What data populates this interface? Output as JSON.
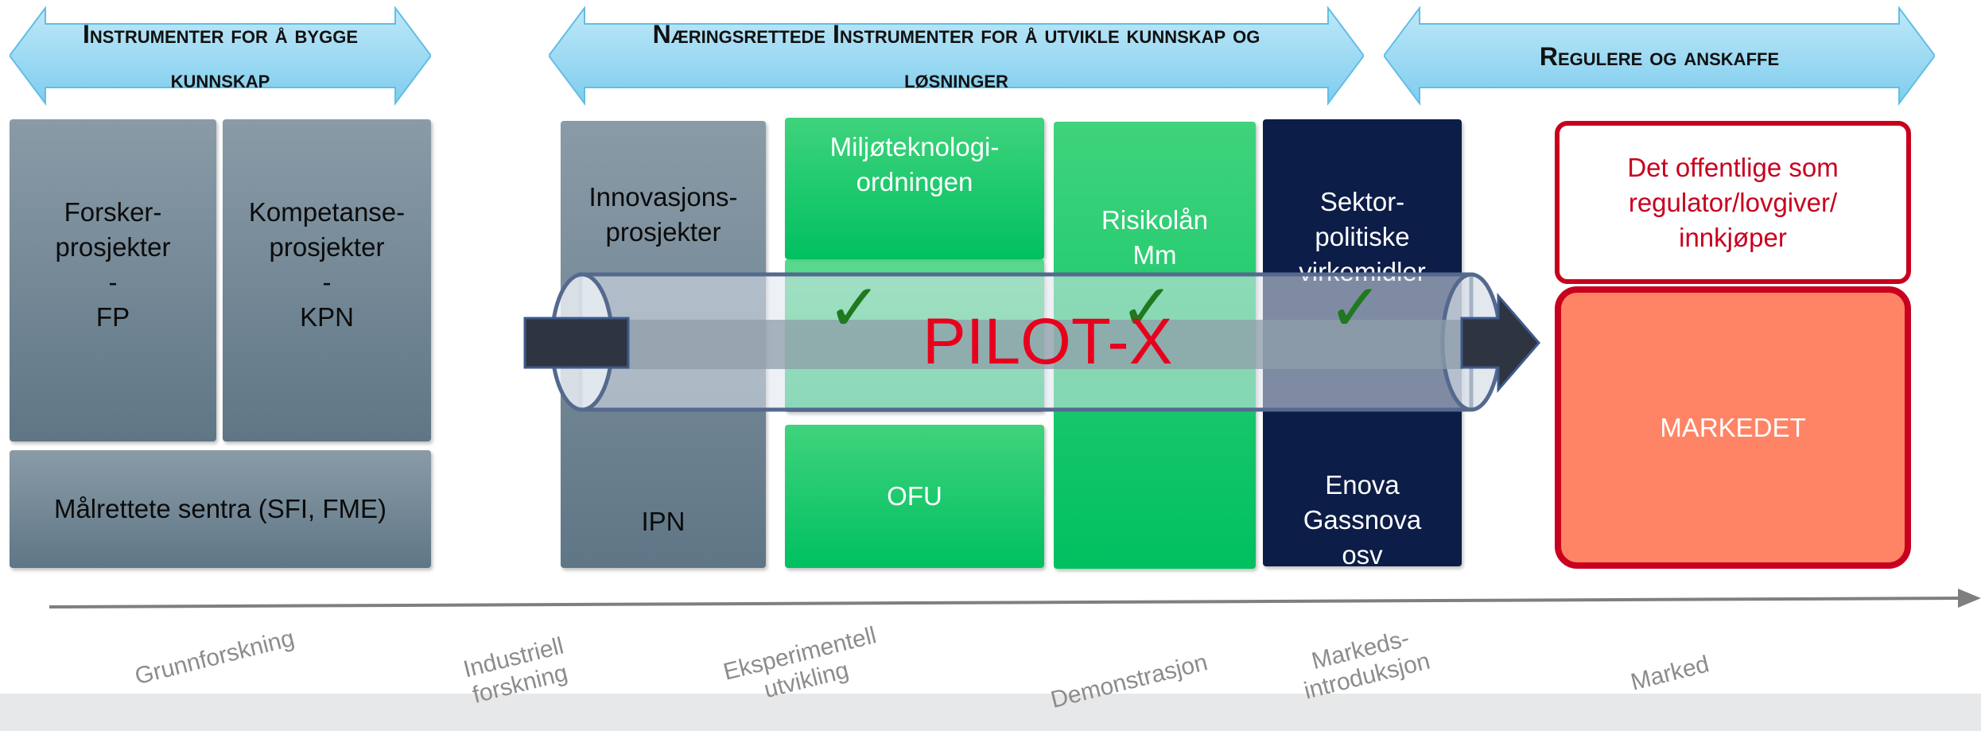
{
  "banners": {
    "left": "Instrumenter for å bygge kunnskap",
    "middle": "Næringsrettede Instrumenter for å utvikle kunnskap og løsninger",
    "right": "Regulere og anskaffe"
  },
  "boxes": {
    "forsker": "Forsker-\nprosjekter\n-\nFP",
    "kompetanse": "Kompetanse-\nprosjekter\n-\nKPN",
    "sentra": "Målrettete sentra (SFI, FME)",
    "innovasjon_top": "Innovasjons-\nprosjekter",
    "innovasjon_bottom": "IPN",
    "miljo": "Miljøteknologi-\nordningen",
    "ofu": "OFU",
    "risiko": "Risikolån\nMm",
    "sektor": "Sektor-\npolitiske\nvirkemidler",
    "enova": "Enova\nGassnova\nosv",
    "offentlige": "Det offentlige som\nregulator/lovgiver/\ninnkjøper",
    "markedet": "MARKEDET"
  },
  "pilot": {
    "label": "PILOT-X",
    "checkmark": "✓"
  },
  "axis": {
    "labels": [
      "Grunnforskning",
      "Industriell\nforskning",
      "Eksperimentell\nutvikling",
      "Demonstrasjon",
      "Markeds-\nintroduksjon",
      "Marked"
    ]
  },
  "colors": {
    "banner": "#8fd3f0",
    "gray_box": "#7a8e9b",
    "green_box": "#19cb6b",
    "navy_box": "#0c1d47",
    "red": "#c8001e",
    "market_fill": "#ff8466",
    "pilot_text": "#e8001c",
    "check": "#1f7a1f"
  }
}
